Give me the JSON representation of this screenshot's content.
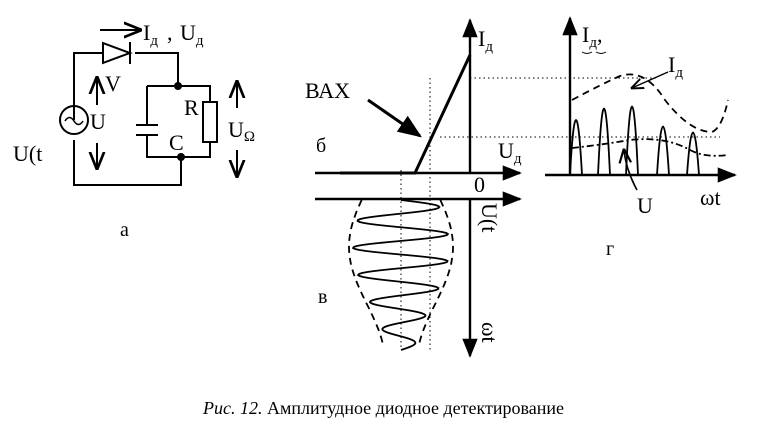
{
  "circuit": {
    "source_label": "U(t",
    "source_voltage": "U",
    "diode_label": "V",
    "current_label": "I",
    "current_sub": "д",
    "voltage_label": "U",
    "voltage_sub": "д",
    "capacitor_label": "C",
    "resistor_label": "R",
    "load_label": "U",
    "load_sub": "Ω",
    "panel_label": "а"
  },
  "vax": {
    "title": "ВАХ",
    "current_axis": "I",
    "current_sub": "д",
    "voltage_axis": "U",
    "voltage_sub": "д",
    "origin_label": "0",
    "input_axis": "U(t",
    "time_axis": "ωt",
    "panel_b": "б",
    "panel_v": "в"
  },
  "output": {
    "axis_label": "I",
    "axis_sub": "д",
    "axis_comma": ",",
    "current_label": "I",
    "current_sub": "д",
    "voltage_label": "U",
    "time_axis": "ωt",
    "panel_label": "г"
  },
  "caption": {
    "figure_ref": "Рис. 12.",
    "text": "Амплитудное диодное детектирование"
  }
}
